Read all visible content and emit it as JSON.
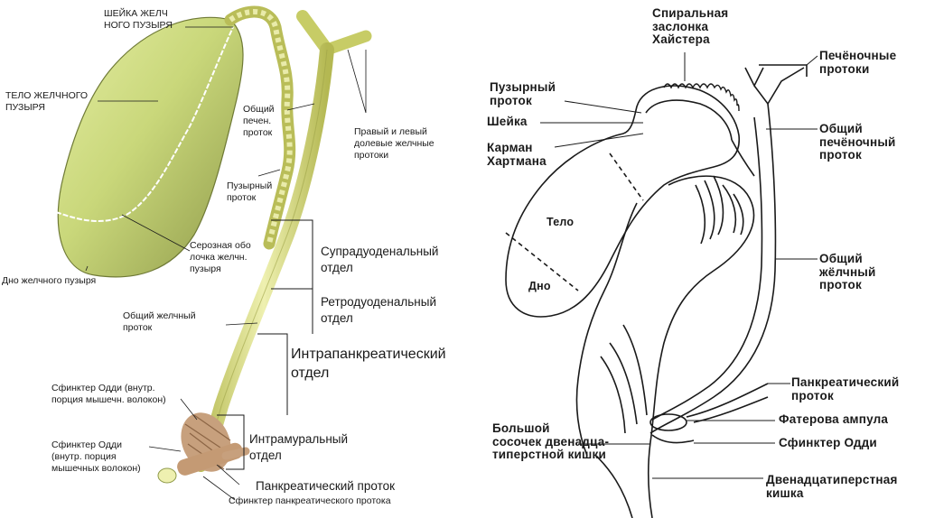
{
  "left_diagram": {
    "labels": {
      "gallbladder_neck": "ШЕЙКА ЖЕЛЧ\nНОГО ПУЗЫРЯ",
      "gallbladder_body": "ТЕЛО ЖЕЛЧНОГО\nПУЗЫРЯ",
      "common_hepatic_duct": "Общий\nпечен.\nпроток",
      "lobar_ducts": "Правый и левый\nдолевые желчные\nпротоки",
      "cystic_duct": "Пузырный\nпроток",
      "serosa": "Серозная обо\nлочка желчн.\nпузыря",
      "gallbladder_fundus": "Дно желчного пузыря",
      "common_bile_duct": "Общий желчный\nпроток",
      "supraduodenal": "Супрадуоденальный\nотдел",
      "retroduodenal": "Ретродуоденальный\nотдел",
      "intrapancreatic": "Интрапанкреатический\nотдел",
      "sphincter_oddi_inner": "Сфинктер Одди (внутр.\nпорция мышечн. волокон)",
      "sphincter_oddi_outer": "Сфинктер Одди\n(внутр. порция\nмышечных волокон)",
      "intramural": "Интрамуральный\nотдел",
      "pancreatic_duct": "Панкреатический проток",
      "pancreatic_sphincter": "Сфинктер панкреатического протока"
    }
  },
  "right_diagram": {
    "labels": {
      "heister_valve": "Спиральная\nзаслонка\nХайстера",
      "hepatic_ducts": "Печёночные\nпротоки",
      "cystic_duct": "Пузырный\nпроток",
      "neck": "Шейка",
      "hartmann_pouch": "Карман\nХартмана",
      "common_hepatic_duct": "Общий\nпечёночный\nпроток",
      "body": "Тело",
      "fundus": "Дно",
      "common_bile_duct": "Общий\nжёлчный\nпроток",
      "pancreatic_duct": "Панкреатический\nпроток",
      "vater_ampulla": "Фатерова ампула",
      "major_papilla": "Большой\nсосочек двенадца-\nтиперстной кишки",
      "sphincter_oddi": "Сфинктер Одди",
      "duodenum": "Двенадцатиперстная\nкишка"
    }
  },
  "colors": {
    "organ_fill": "#c9d77a",
    "organ_shadow": "#8f9a4a",
    "duct_fill": "#e2e39a",
    "muscle": "#c7a07d",
    "ink": "#1a1a1a"
  }
}
